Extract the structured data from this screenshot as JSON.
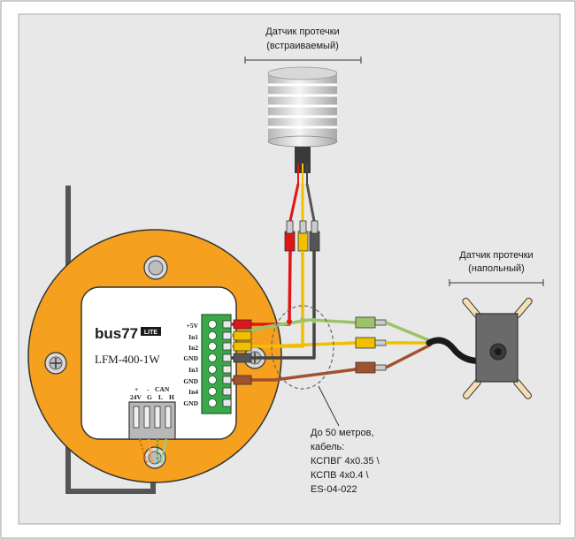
{
  "sensor_top": {
    "title_line1": "Датчик протечки",
    "title_line2": "(встраиваемый)"
  },
  "sensor_right": {
    "title_line1": "Датчик протечки",
    "title_line2": "(напольный)"
  },
  "module": {
    "brand": "bus77",
    "brand_badge": "LITE",
    "model": "LFM-400-1W",
    "terminals": [
      "+5V",
      "In1",
      "In2",
      "GND",
      "In3",
      "GND",
      "In4",
      "GND"
    ],
    "power_labels": {
      "plus": "+",
      "minus": "-",
      "can": "CAN",
      "v24": "24V",
      "g": "G",
      "l": "L",
      "h": "H"
    }
  },
  "cable_note": {
    "line1": "До 50 метров,",
    "line2": "кабель:",
    "line3": "КСПВГ 4x0.35 \\",
    "line4": "КСПВ 4x0.4 \\",
    "line5": "ES-04-022"
  },
  "colors": {
    "housing": "#f5a01e",
    "wire_red": "#e01515",
    "wire_yellow": "#f0c000",
    "wire_dark": "#444444",
    "wire_brown": "#a0522d",
    "wire_green": "#9cc36a",
    "terminal_green": "#3aa84a"
  }
}
